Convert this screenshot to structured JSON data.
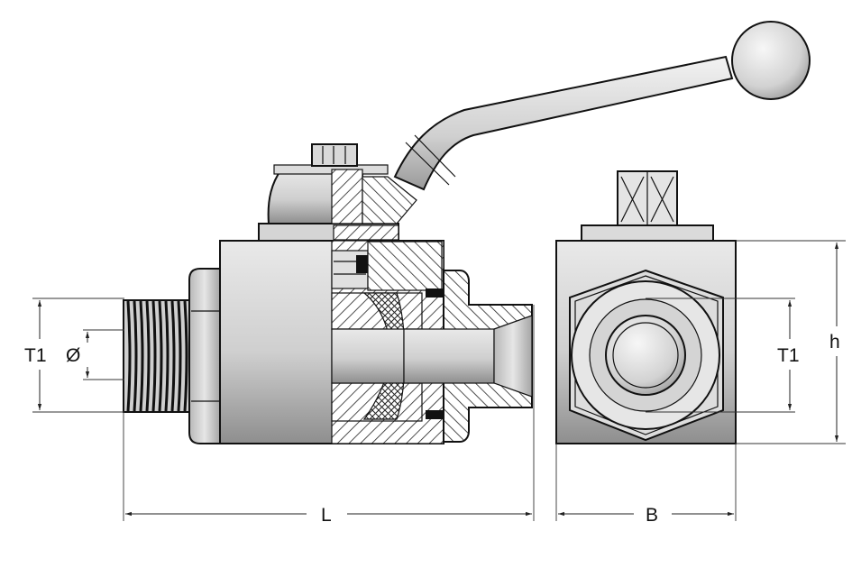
{
  "labels": {
    "t1_left": "T1",
    "diameter": "Ø",
    "length": "L",
    "width": "B",
    "t1_right": "T1",
    "height": "h"
  }
}
